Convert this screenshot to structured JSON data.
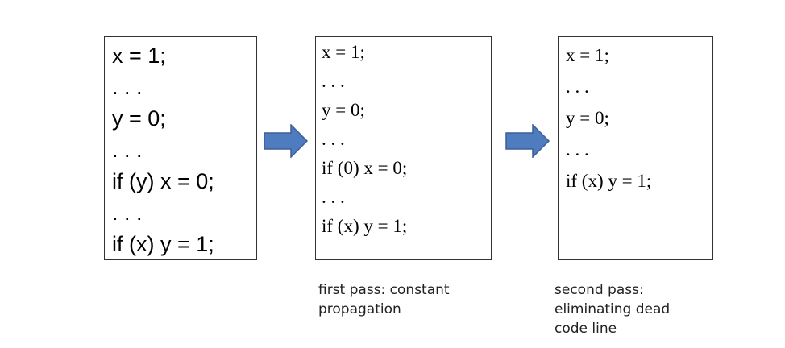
{
  "original_code": {
    "lines": [
      "x = 1;",
      ". . .",
      "y = 0;",
      ". . .",
      "if (y) x = 0;",
      ". . .",
      "if (x) y = 1;"
    ]
  },
  "first_pass": {
    "lines": [
      "x = 1;",
      ". . .",
      "y = 0;",
      ". . .",
      "if (0) x = 0;",
      ". . .",
      "if (x) y = 1;"
    ],
    "caption_lines": [
      "first pass: constant",
      "propagation"
    ]
  },
  "second_pass": {
    "lines": [
      "x = 1;",
      ". . .",
      "y = 0;",
      ". . .",
      "if (x) y = 1;"
    ],
    "caption_lines": [
      "second pass:",
      "eliminating dead",
      "code line"
    ]
  },
  "colors": {
    "arrow_fill": "#4f7bbf",
    "arrow_stroke": "#3a5f96",
    "box_border": "#333333"
  }
}
